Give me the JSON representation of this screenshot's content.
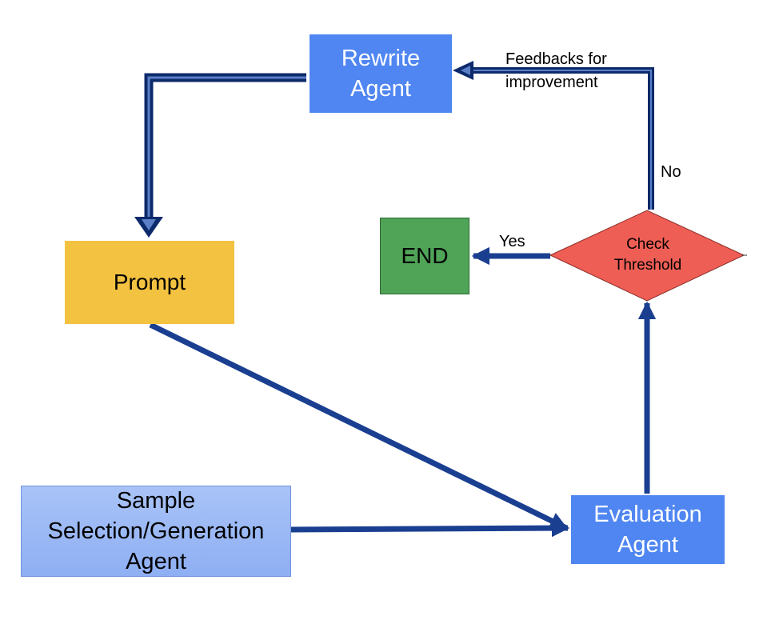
{
  "nodes": {
    "rewrite": {
      "label_line1": "Rewrite",
      "label_line2": "Agent"
    },
    "prompt": {
      "label": "Prompt"
    },
    "end": {
      "label": "END"
    },
    "check": {
      "label_line1": "Check",
      "label_line2": "Threshold"
    },
    "evaluation": {
      "label_line1": "Evaluation",
      "label_line2": "Agent"
    },
    "sample": {
      "label_line1": "Sample",
      "label_line2": "Selection/Generation",
      "label_line3": "Agent"
    }
  },
  "edges": {
    "feedback": {
      "label_line1": "Feedbacks for",
      "label_line2": "improvement"
    },
    "no": {
      "label": "No"
    },
    "yes": {
      "label": "Yes"
    }
  },
  "colors": {
    "rewrite_agent": "#4f86f1",
    "evaluation_agent": "#4f86f1",
    "prompt": "#f3c240",
    "end": "#4fa457",
    "decision": "#ef5e55",
    "sample_agent": "#96b6f4",
    "arrow_dark": "#0d2a6b",
    "arrow": "#1a3f91"
  }
}
